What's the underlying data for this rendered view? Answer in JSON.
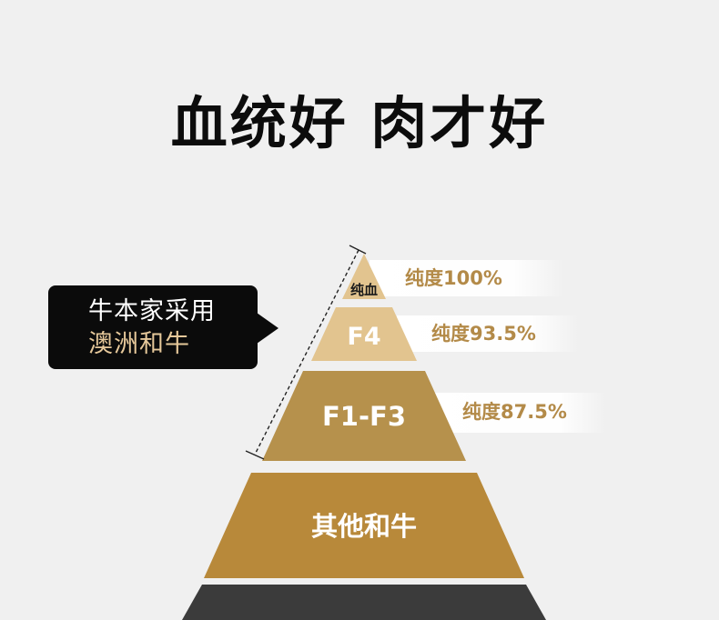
{
  "headline": "血统好 肉才好",
  "callout": {
    "line1": "牛本家采用",
    "line2": "澳洲和牛"
  },
  "tiers": [
    {
      "label": "纯血",
      "purity": "纯度100%",
      "color": "#e2c48f"
    },
    {
      "label": "F4",
      "purity": "纯度93.5%",
      "color": "#e2c48f"
    },
    {
      "label": "F1-F3",
      "purity": "纯度87.5%",
      "color": "#b6914c"
    },
    {
      "label": "其他和牛",
      "color": "#b8893a"
    },
    {
      "label": "",
      "color": "#3b3b3b"
    }
  ],
  "colors": {
    "background": "#f0f0f0",
    "purity_text": "#b38a48",
    "callout_bg": "#0b0b0b",
    "callout_accent": "#e6c89a"
  }
}
